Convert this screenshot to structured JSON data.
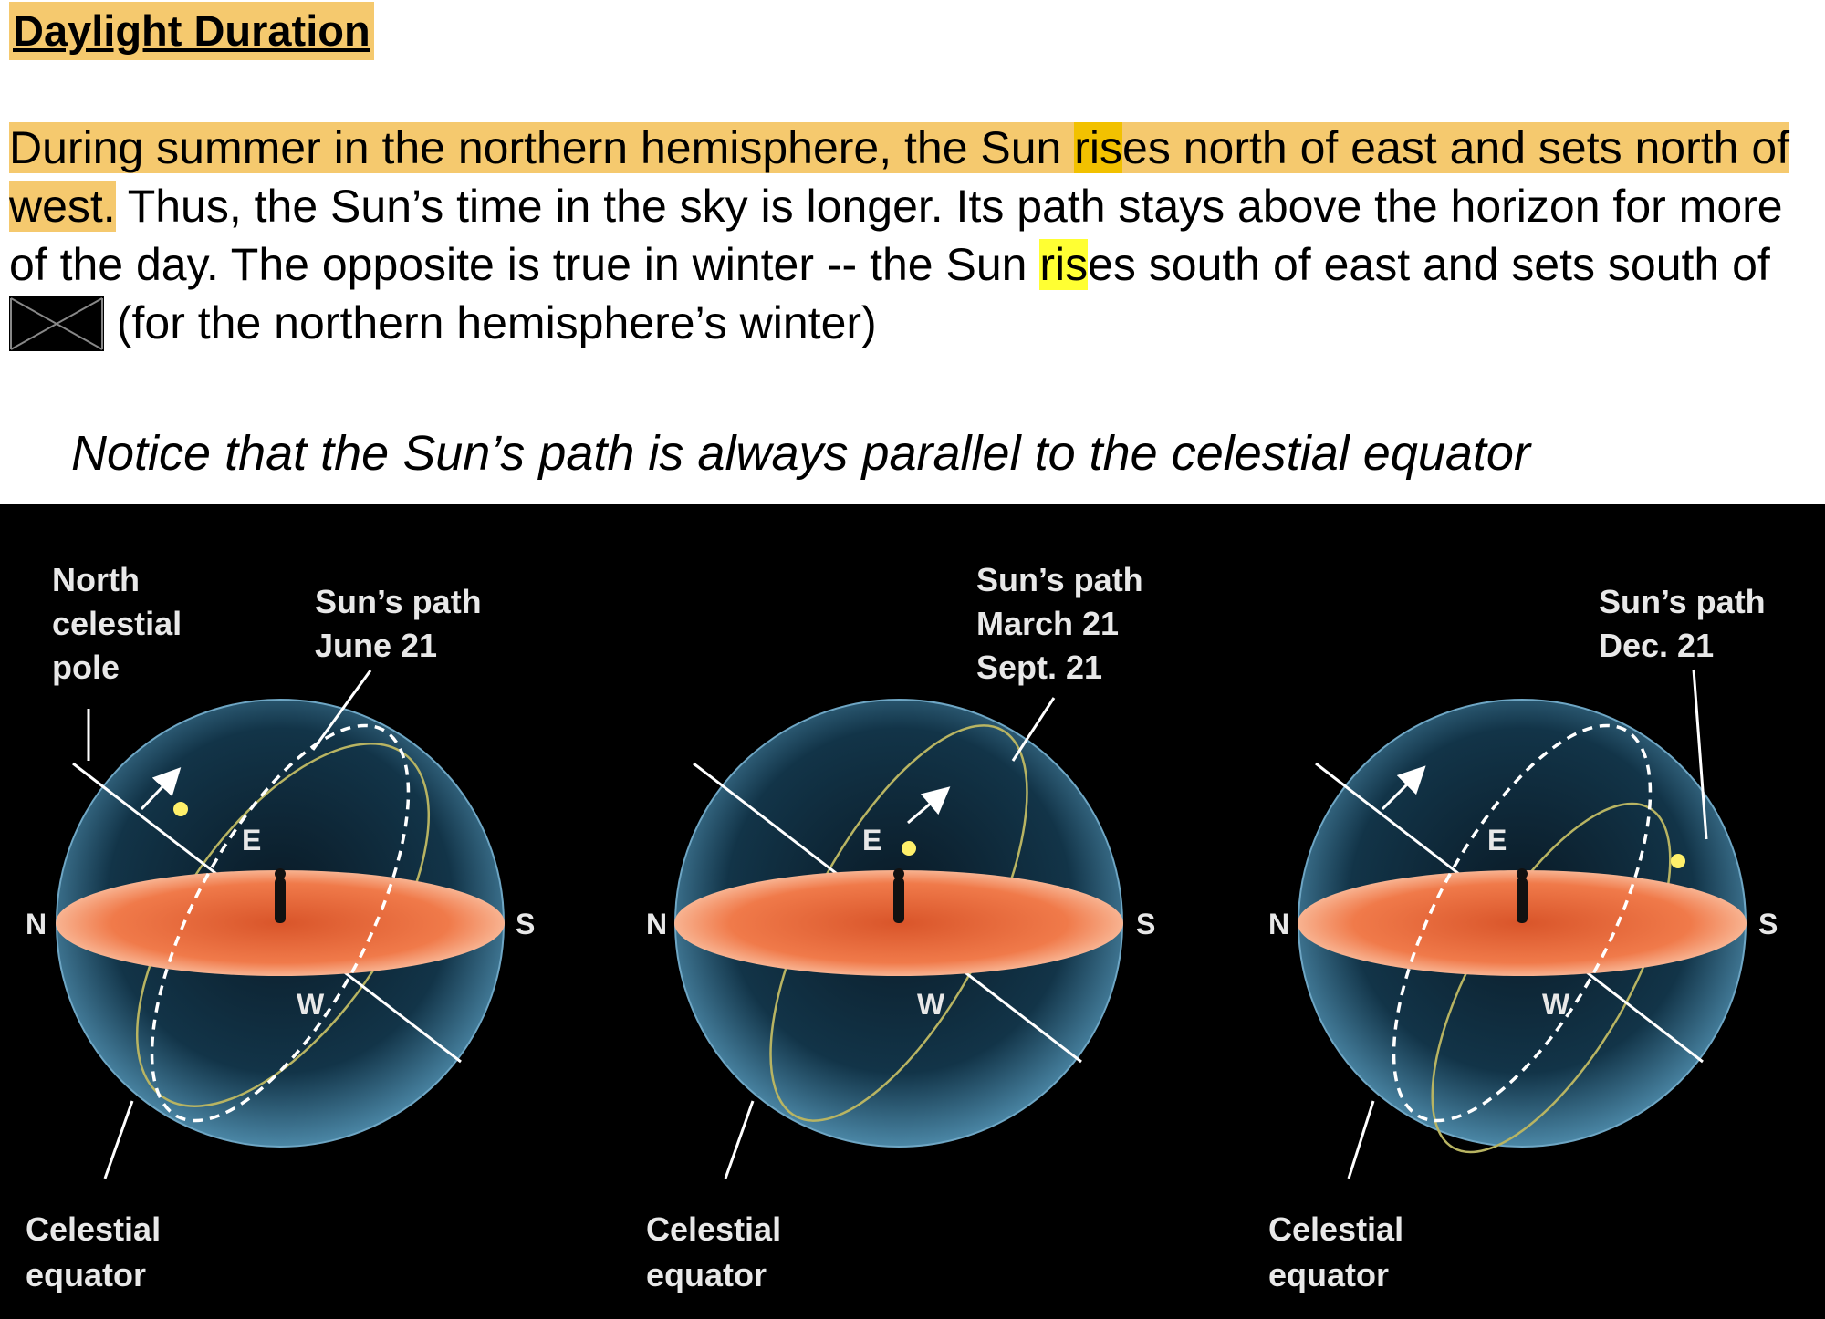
{
  "title": "Daylight Duration",
  "paragraph": {
    "summer_a": "During summer in the northern hemisphere, the Sun ",
    "summer_rise": "ris",
    "summer_b": "es north of east and sets north of west.",
    "middle": "  Thus, the Sun’s time in the sky is longer.  Its path stays above the horizon for more of the day.  The opposite is true in winter -- the Sun ",
    "winter_rise": "ris",
    "winter_b": "es south of east and sets south of ",
    "end": " (for the northern hemisphere’s winter)"
  },
  "notice": "Notice that the Sun’s path is always parallel to the celestial equator",
  "colors": {
    "highlight": "#f5c96e",
    "highlight_strong": "#f2c100",
    "highlight_yellow": "#ffff33",
    "panel_background": "#000000",
    "horizon_disk": "#f07a4a",
    "sun": "#fff06a",
    "sun_path": "#b8b462"
  },
  "diagram": {
    "directions": {
      "north": "N",
      "south": "S",
      "east": "E",
      "west": "W"
    },
    "panels": [
      {
        "id": "june",
        "path_lines": [
          "Sun’s path",
          "June 21"
        ],
        "pole_lines": [
          "North",
          "celestial",
          "pole"
        ],
        "equator_lines": [
          "Celestial",
          "equator"
        ]
      },
      {
        "id": "equinox",
        "path_lines": [
          "Sun’s path",
          "March 21",
          "Sept. 21"
        ],
        "equator_lines": [
          "Celestial",
          "equator"
        ]
      },
      {
        "id": "december",
        "path_lines": [
          "Sun’s path",
          "Dec. 21"
        ],
        "equator_lines": [
          "Celestial",
          "equator"
        ]
      }
    ]
  }
}
